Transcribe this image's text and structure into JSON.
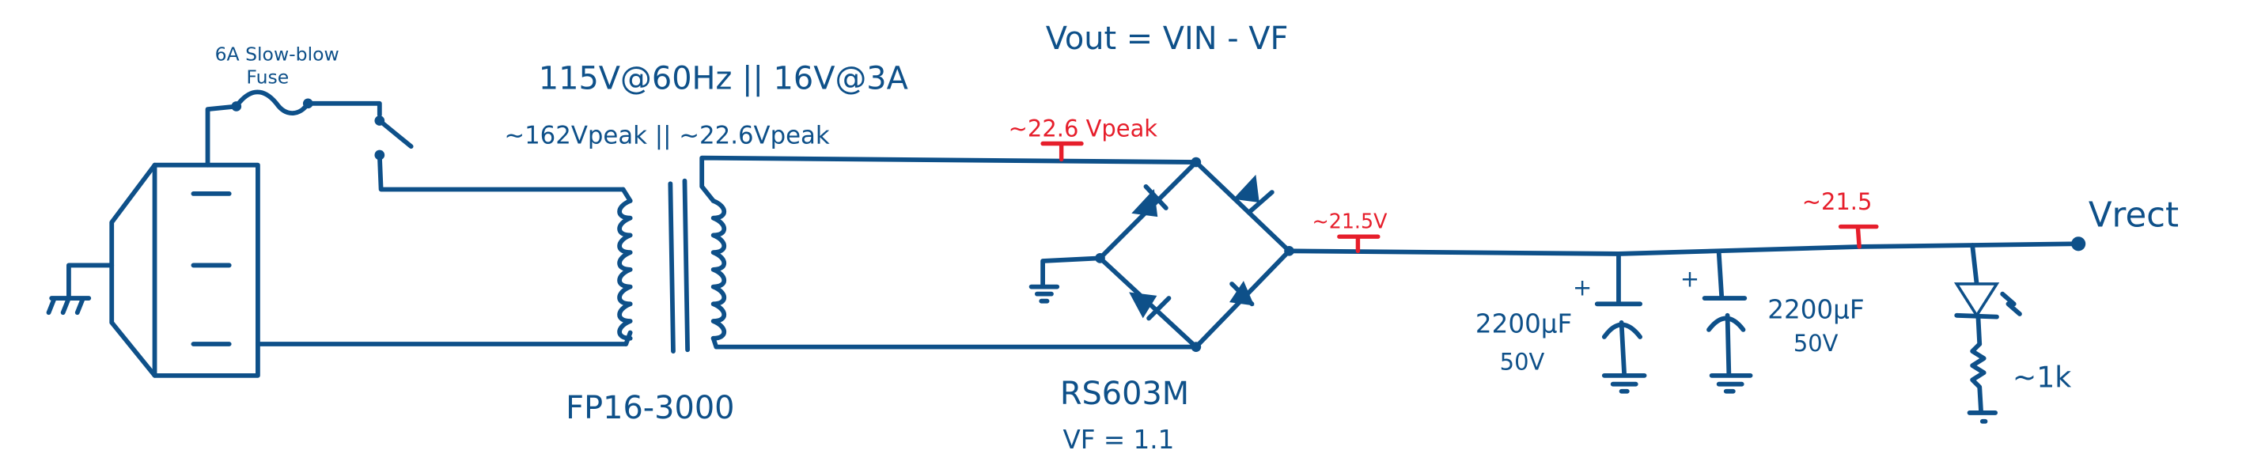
{
  "colors": {
    "ink": "#0e5089",
    "annotation": "#e61e2b",
    "background": "#ffffff"
  },
  "fuse": {
    "line1": "6A Slow-blow",
    "line2": "Fuse"
  },
  "transformer": {
    "rating": "115V@60Hz || 16V@3A",
    "peak": "~162Vpeak || ~22.6Vpeak",
    "part": "FP16-3000"
  },
  "bridge": {
    "part": "RS603M",
    "vf": "VF = 1.1"
  },
  "formula": "Vout = VIN - VF",
  "probes": [
    {
      "label": "~22.6 Vpeak"
    },
    {
      "label": "~21.5V"
    },
    {
      "label": "~21.5"
    }
  ],
  "capacitors": [
    {
      "value": "2200µF",
      "voltage": "50V",
      "polarity": "+"
    },
    {
      "value": "2200µF",
      "voltage": "50V",
      "polarity": "+"
    }
  ],
  "resistor": {
    "value": "~1k"
  },
  "output": {
    "label": "Vrect"
  }
}
